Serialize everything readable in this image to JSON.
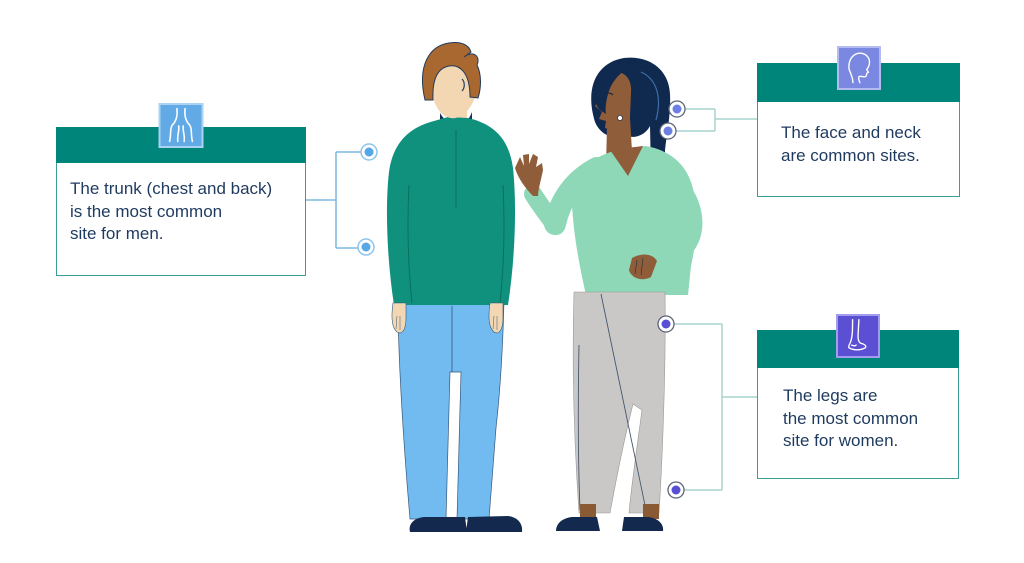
{
  "callouts": {
    "trunk": {
      "lines": [
        "The trunk (chest and back)",
        "is the most common",
        "site for men."
      ],
      "icon": "torso-back-icon",
      "icon_bg_color": "#61aae6",
      "marker_color": "#55a7e6"
    },
    "face": {
      "lines": [
        "The face and neck",
        "are common sites."
      ],
      "icon": "head-profile-icon",
      "icon_bg_color": "#7b88e2",
      "marker_color": "#6d7fe2"
    },
    "legs": {
      "lines": [
        "The legs are",
        "the most common",
        "site for women."
      ],
      "icon": "leg-foot-icon",
      "icon_bg_color": "#5b50d4",
      "marker_color": "#584fd4"
    }
  },
  "colors": {
    "background": "#ffffff",
    "header_bar": "#00857b",
    "box_border": "#3d9e97",
    "body_text": "#1e3a5f",
    "connector_blue": "#7db9e2",
    "connector_teal": "#a9d4ce",
    "man_sweater": "#10917e",
    "man_trousers": "#72bbf0",
    "woman_sweater": "#8ed8b8",
    "woman_trousers": "#cac8c6",
    "shoes": "#13294d"
  },
  "figures": {
    "man": "man with brown hair wearing a teal sweater and blue trousers",
    "woman": "woman with a dark ponytail wearing a mint green sweater and grey trousers"
  }
}
